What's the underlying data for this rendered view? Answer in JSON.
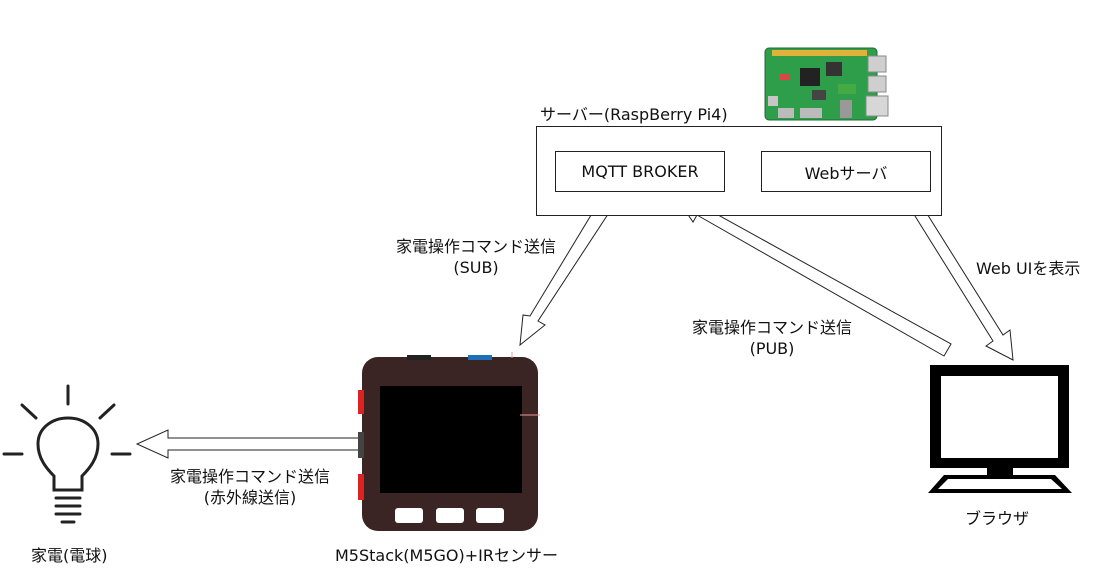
{
  "server": {
    "title": "サーバー(RaspBerry Pi4)",
    "broker_label": "MQTT BROKER",
    "web_label": "Webサーバ"
  },
  "arrows": {
    "sub_label_line1": "家電操作コマンド送信",
    "sub_label_line2": "(SUB)",
    "pub_label_line1": "家電操作コマンド送信",
    "pub_label_line2": "(PUB)",
    "web_ui_label": "Web UIを表示",
    "ir_label_line1": "家電操作コマンド送信",
    "ir_label_line2": "(赤外線送信)"
  },
  "devices": {
    "appliance_label": "家電(電球)",
    "m5stack_label": "M5Stack(M5GO)+IRセンサー",
    "browser_label": "ブラウザ"
  }
}
